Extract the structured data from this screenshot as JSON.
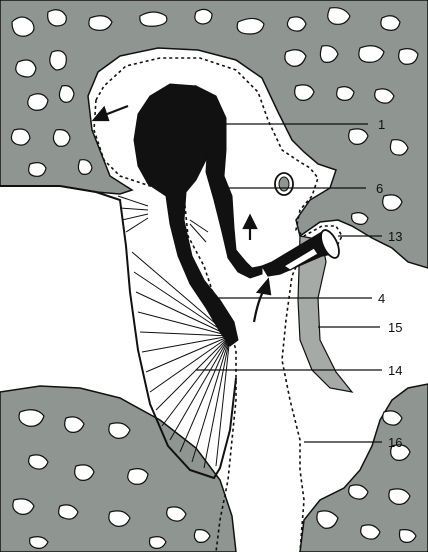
{
  "colors": {
    "bone": "#8f9590",
    "bone_cavity": "#ffffff",
    "ossicle": "#111111",
    "soft_tissue": "#a6aaa6",
    "background": "#ffffff",
    "outline": "#111111"
  },
  "labels": {
    "l1": "1",
    "l6": "6",
    "l13": "13",
    "l4": "4",
    "l15": "15",
    "l14": "14",
    "l16": "16"
  }
}
